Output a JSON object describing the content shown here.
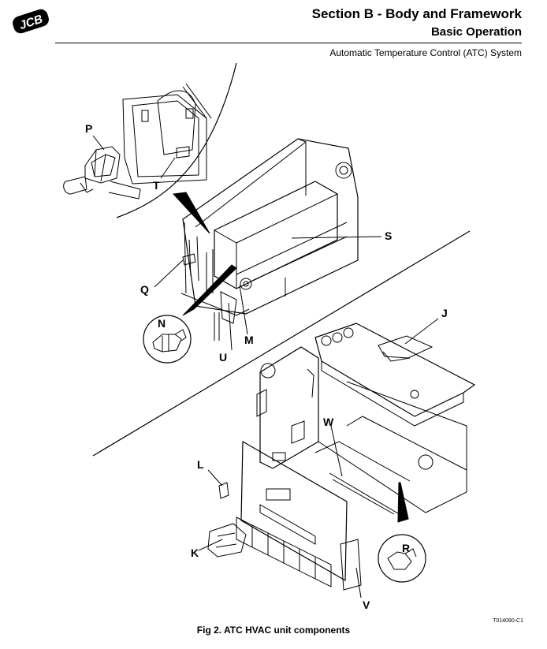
{
  "header": {
    "logo": "JCB",
    "section_title": "Section B - Body and Framework",
    "section_subtitle": "Basic Operation",
    "section_description": "Automatic Temperature Control (ATC) System"
  },
  "figure": {
    "caption": "Fig 2. ATC HVAC unit components",
    "reference": "T014090-C1",
    "callouts": {
      "P": "P",
      "T": "T",
      "S": "S",
      "Q": "Q",
      "N": "N",
      "U": "U",
      "M": "M",
      "J": "J",
      "W": "W",
      "L": "L",
      "K": "K",
      "R": "R",
      "V": "V"
    }
  }
}
